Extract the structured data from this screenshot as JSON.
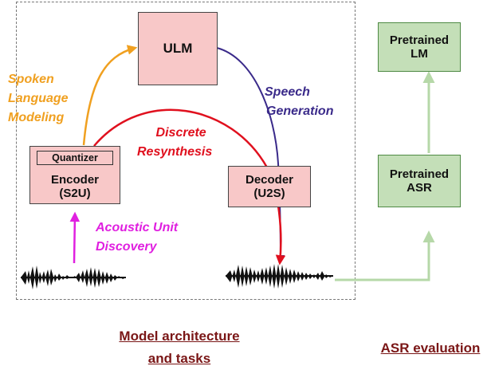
{
  "boxes": {
    "ulm": "ULM",
    "quantizer": "Quantizer",
    "encoder_line1": "Encoder",
    "encoder_line2": "(S2U)",
    "decoder_line1": "Decoder",
    "decoder_line2": "(U2S)",
    "asr_line1": "Pretrained",
    "asr_line2": "ASR",
    "lm_line1": "Pretrained",
    "lm_line2": "LM"
  },
  "labels": {
    "spoken_lm": [
      "Spoken",
      "Language",
      "Modeling"
    ],
    "speech_generation": [
      "Speech",
      "Generation"
    ],
    "discrete_resynthesis": [
      "Discrete",
      "Resynthesis"
    ],
    "acoustic_unit_discovery": [
      "Acoustic Unit",
      "Discovery"
    ]
  },
  "captions": {
    "model_line1": "Model architecture",
    "model_line2": "and tasks",
    "asr": "ASR evaluation"
  },
  "colors": {
    "spoken_lm": "#f0a020",
    "speech_generation": "#3a2a8a",
    "discrete_resynthesis": "#e0101e",
    "acoustic_unit_discovery": "#e020e0",
    "asr_arrow": "#b6d8a8",
    "caption": "#7a1616"
  }
}
